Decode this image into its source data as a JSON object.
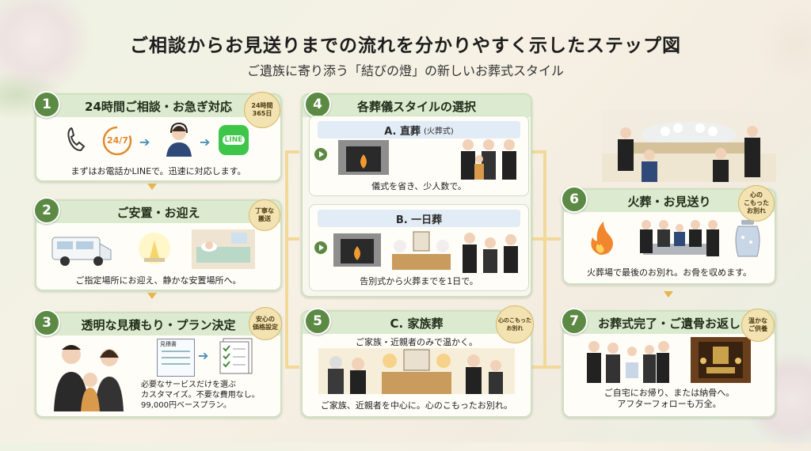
{
  "title": "ご相談からお見送りまでの流れを分かりやすく示したステップ図",
  "subtitle": "ご遺族に寄り添う「結びの燈」の新しいお葬式スタイル",
  "steps": {
    "s1": {
      "num": "1",
      "title": "24時間ご相談・お急ぎ対応",
      "badge": "24時間\n365日",
      "caption": "まずはお電話かLINEで。迅速に対応します。",
      "icon_247": "24/7",
      "line_text": "LINE"
    },
    "s2": {
      "num": "2",
      "title": "ご安置・お迎え",
      "badge": "丁寧な\n搬送",
      "caption": "ご指定場所にお迎え、静かな安置場所へ。"
    },
    "s3": {
      "num": "3",
      "title": "透明な見積もり・プラン決定",
      "badge": "安心の\n価格設定",
      "caption": "必要なサービスだけを選ぶ\nカスタマイズ。不要な費用なし。\n99,000円ベースプラン。",
      "doc_label": "見積書"
    },
    "s4": {
      "num": "4",
      "title": "各葬儀スタイルの選択",
      "a": {
        "title": "A. 直葬",
        "sub": "(火葬式)",
        "caption": "儀式を省き、少人数で。"
      },
      "b": {
        "title": "B. 一日葬",
        "caption": "告別式から火葬までを1日で。"
      }
    },
    "s5": {
      "num": "5",
      "title": "C. 家族葬",
      "badge": "心のこもった\nお別れ",
      "top": "ご家族・近親者のみで温かく。",
      "caption": "ご家族、近親者を中心に。心のこもったお別れ。"
    },
    "s6": {
      "num": "6",
      "title": "火葬・お見送り",
      "badge": "心の\nこもった\nお別れ",
      "caption": "火葬場で最後のお別れ。お骨を収めます。"
    },
    "s7": {
      "num": "7",
      "title": "お葬式完了・ご遺骨お返し",
      "badge": "温かな\nご供養",
      "caption": "ご自宅にお帰り、または納骨へ。\nアフターフォローも万全。"
    }
  },
  "colors": {
    "accent": "#5c8a44",
    "header": "#dcebcf",
    "gold": "#e6b64e"
  }
}
